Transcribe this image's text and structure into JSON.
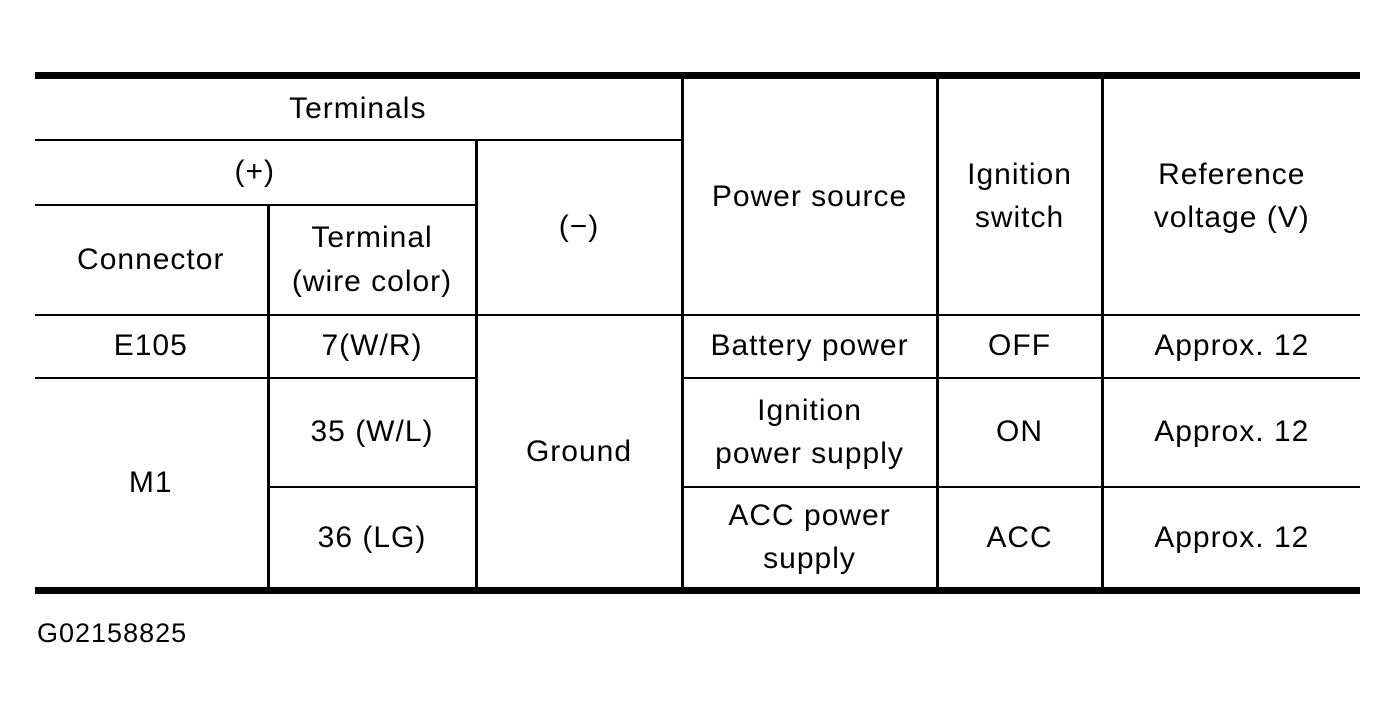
{
  "page": {
    "background": "#ffffff",
    "text_color": "#000000",
    "figure_id": "G02158825"
  },
  "table": {
    "border_color": "#000000",
    "header": {
      "terminals": "Terminals",
      "plus": "(+)",
      "minus": "(−)",
      "connector": "Connector",
      "terminal_wire_color": "Terminal\n(wire color)",
      "power_source": "Power source",
      "ignition_switch": "Ignition\nswitch",
      "reference_voltage": "Reference\nvoltage (V)"
    },
    "rows": [
      {
        "connector": "E105",
        "terminal": "7(W/R)",
        "minus": "Ground",
        "power_source": "Battery power",
        "ignition_switch": "OFF",
        "reference_voltage": "Approx. 12"
      },
      {
        "connector": "M1",
        "terminal": "35 (W/L)",
        "power_source": "Ignition\npower supply",
        "ignition_switch": "ON",
        "reference_voltage": "Approx. 12"
      },
      {
        "terminal": "36 (LG)",
        "power_source": "ACC power\nsupply",
        "ignition_switch": "ACC",
        "reference_voltage": "Approx. 12"
      }
    ]
  }
}
